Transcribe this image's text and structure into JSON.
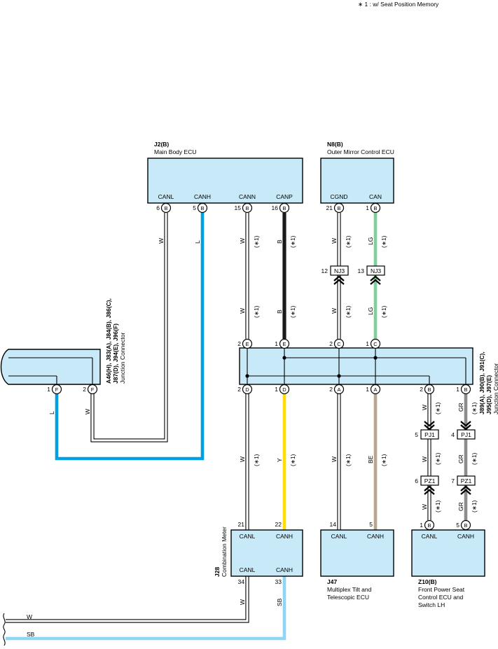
{
  "footnote": "∗ 1 : w/ Seat Position Memory",
  "components": {
    "j2": {
      "code": "J2(B)",
      "name": "Main Body ECU",
      "pins": [
        {
          "num": "6",
          "conn": "B",
          "label": "CANL"
        },
        {
          "num": "5",
          "conn": "B",
          "label": "CANH"
        },
        {
          "num": "15",
          "conn": "B",
          "label": "CANN"
        },
        {
          "num": "16",
          "conn": "B",
          "label": "CANP"
        }
      ]
    },
    "n8": {
      "code": "N8(B)",
      "name": "Outer Mirror Control ECU",
      "pins": [
        {
          "num": "21",
          "conn": "B",
          "label": "CGND"
        },
        {
          "num": "1",
          "conn": "B",
          "label": "CAN"
        }
      ]
    },
    "jc_left": {
      "code1": "A46(H), J83(A), J84(B), J86(C),",
      "code2": "J87(D), J94(E), J96(F)",
      "name": "Junction Connector",
      "pins": [
        {
          "num": "1",
          "conn": "F"
        },
        {
          "num": "2",
          "conn": "F"
        }
      ]
    },
    "jc_right": {
      "code1": "J89(A), J90(B), J91(C),",
      "code2": "J95(D), J97(E)",
      "name": "Junction Connector",
      "top_pins": [
        {
          "num": "2",
          "conn": "E"
        },
        {
          "num": "1",
          "conn": "E"
        },
        {
          "num": "2",
          "conn": "C"
        },
        {
          "num": "1",
          "conn": "C"
        }
      ],
      "bottom_pins": [
        {
          "num": "2",
          "conn": "D"
        },
        {
          "num": "1",
          "conn": "D"
        },
        {
          "num": "2",
          "conn": "A"
        },
        {
          "num": "1",
          "conn": "A"
        },
        {
          "num": "2",
          "conn": "B"
        },
        {
          "num": "1",
          "conn": "B"
        }
      ]
    },
    "j28": {
      "code": "J28",
      "name": "Combination Meter",
      "top_labels": [
        "CANL",
        "CANH"
      ],
      "bottom_labels": [
        "CANL",
        "CANH"
      ],
      "top_pins": [
        "21",
        "22"
      ],
      "bottom_pins": [
        "34",
        "33"
      ]
    },
    "j47": {
      "code": "J47",
      "name1": "Multiplex Tilt and",
      "name2": "Telescopic ECU",
      "labels": [
        "CANL",
        "CANH"
      ],
      "pins": [
        "14",
        "5"
      ]
    },
    "z10": {
      "code": "Z10(B)",
      "name1": "Front Power Seat",
      "name2": "Control ECU and",
      "name3": "Switch LH",
      "labels": [
        "CANL",
        "CANH"
      ],
      "pins": [
        {
          "num": "1",
          "conn": "B"
        },
        {
          "num": "5",
          "conn": "B"
        }
      ]
    }
  },
  "connectors": {
    "nj3_a": {
      "label": "NJ3",
      "pin": "12"
    },
    "nj3_b": {
      "label": "NJ3",
      "pin": "13"
    },
    "pj1_a": {
      "label": "PJ1",
      "pin": "5"
    },
    "pj1_b": {
      "label": "PJ1",
      "pin": "4"
    },
    "pz1_a": {
      "label": "PZ1",
      "pin": "6"
    },
    "pz1_b": {
      "label": "PZ1",
      "pin": "7"
    }
  },
  "wire_colors": {
    "W": "#ffffff",
    "L": "#00a0e3",
    "B": "#1a1a1a",
    "LG": "#7fcf9c",
    "Y": "#ffdd00",
    "BE": "#b8a690",
    "GR": "#8c8c8c",
    "SB": "#8fd6f5"
  },
  "wire_labels": {
    "w": "W",
    "l": "L",
    "b": "B",
    "lg": "LG",
    "y": "Y",
    "be": "BE",
    "gr": "GR",
    "sb": "SB",
    "star": "(∗1)"
  },
  "bus_left": {
    "w": "W",
    "sb": "SB"
  }
}
